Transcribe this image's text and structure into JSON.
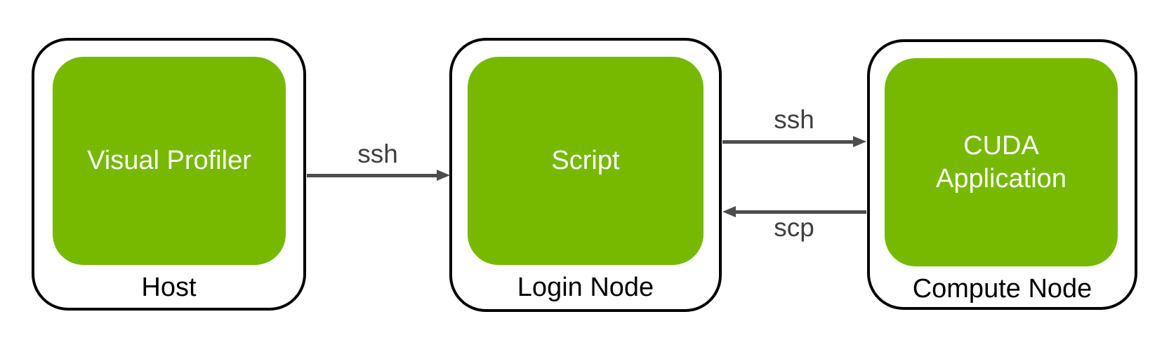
{
  "diagram": {
    "nodes": [
      {
        "id": "host",
        "inner_label": "Visual Profiler",
        "outer_label": "Host"
      },
      {
        "id": "login-node",
        "inner_label": "Script",
        "outer_label": "Login Node"
      },
      {
        "id": "compute-node",
        "inner_label": "CUDA Application",
        "outer_label": "Compute Node"
      }
    ],
    "arrows": [
      {
        "id": "ssh-host-to-login",
        "label": "ssh",
        "from": "Host",
        "to": "Login Node",
        "direction": "right"
      },
      {
        "id": "ssh-login-to-compute",
        "label": "ssh",
        "from": "Login Node",
        "to": "Compute Node",
        "direction": "right"
      },
      {
        "id": "scp-compute-to-login",
        "label": "scp",
        "from": "Compute Node",
        "to": "Login Node",
        "direction": "left"
      }
    ],
    "colors": {
      "node_fill": "#76b900",
      "node_text": "#ffffff",
      "box_border": "#000000",
      "box_fill": "#ffffff",
      "outer_label_text": "#000000",
      "arrow": "#4d4d4d",
      "arrow_label_text": "#404040",
      "background": "#ffffff"
    }
  }
}
